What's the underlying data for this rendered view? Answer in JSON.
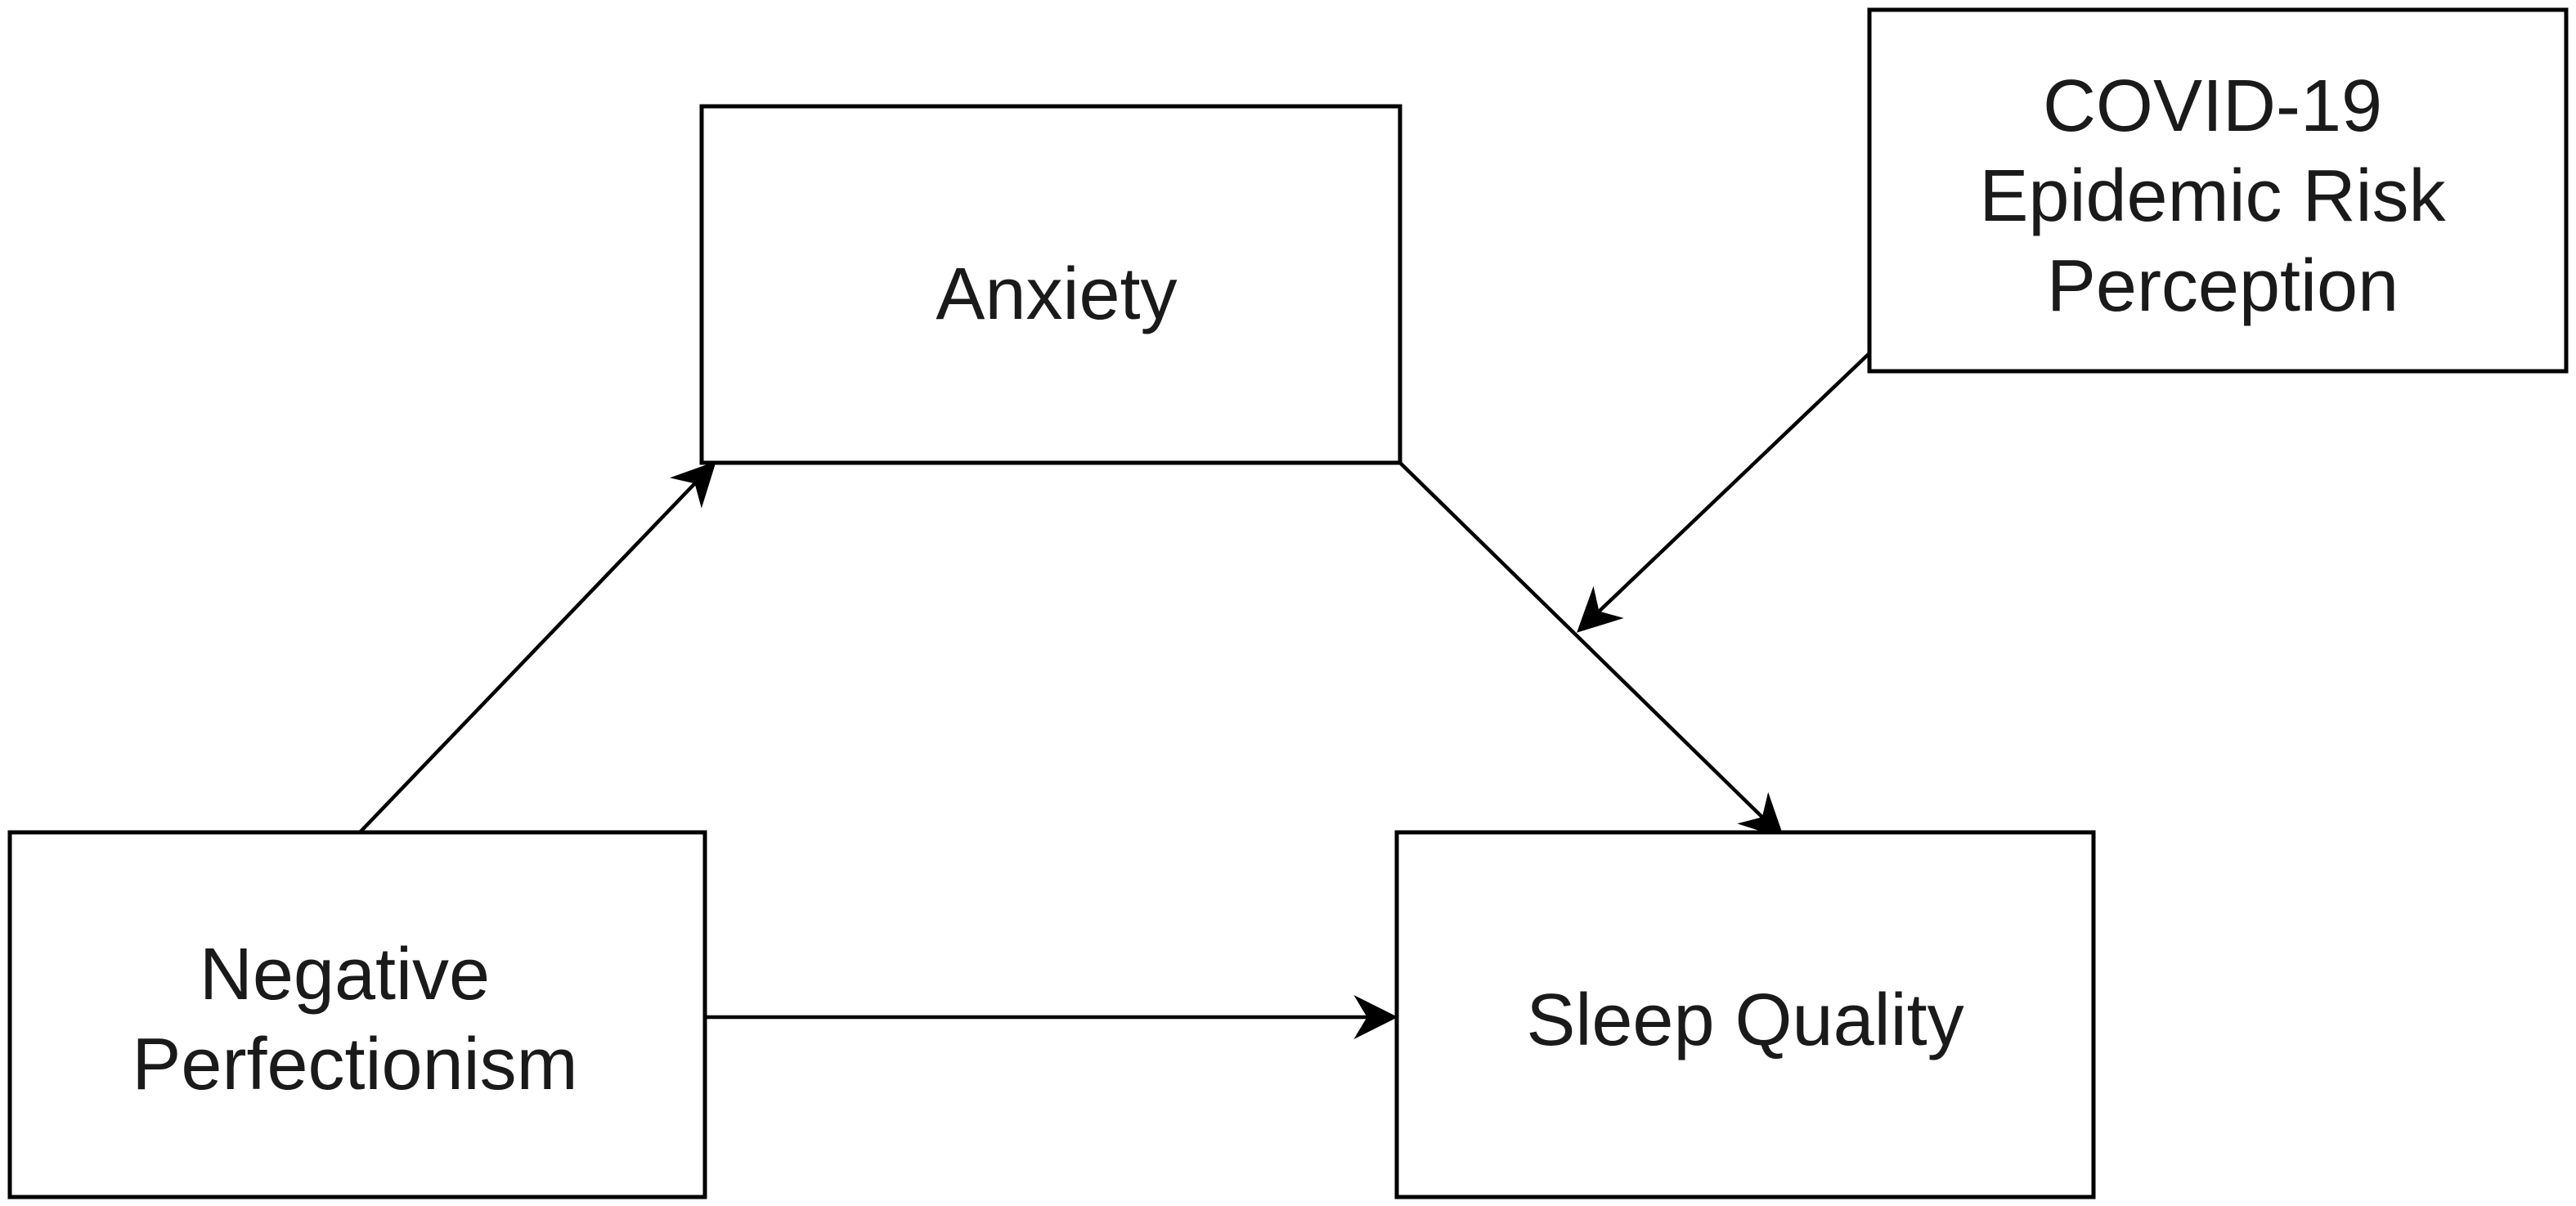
{
  "nodes": {
    "anxiety": {
      "lines": [
        "Anxiety"
      ]
    },
    "covid_risk": {
      "lines": [
        "COVID-19",
        "Epidemic Risk",
        "Perception"
      ]
    },
    "negative_perfectionism": {
      "lines": [
        "Negative",
        "Perfectionism"
      ]
    },
    "sleep_quality": {
      "lines": [
        "Sleep Quality"
      ]
    }
  },
  "edges": [
    {
      "from": "negative_perfectionism",
      "to": "anxiety"
    },
    {
      "from": "anxiety",
      "to": "sleep_quality"
    },
    {
      "from": "negative_perfectionism",
      "to": "sleep_quality"
    },
    {
      "from": "covid_risk",
      "to": "anxiety-sleep_quality-path"
    }
  ],
  "colors": {
    "stroke": "#000000",
    "text": "#1a1a1a",
    "background": "#ffffff"
  }
}
